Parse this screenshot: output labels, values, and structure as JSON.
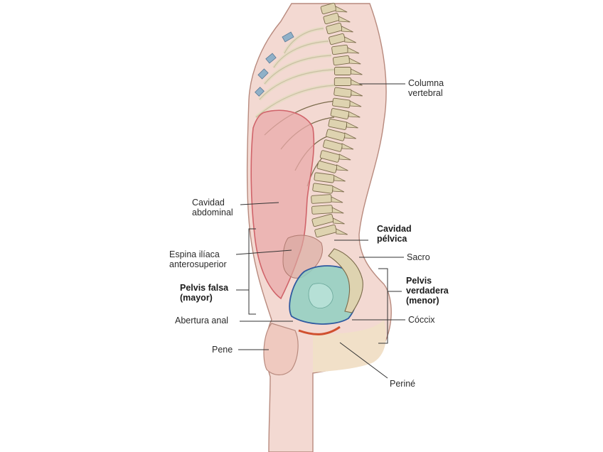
{
  "labels": {
    "columna_vertebral": [
      "Columna",
      "vertebral"
    ],
    "cavidad_abdominal": [
      "Cavidad",
      "abdominal"
    ],
    "cavidad_pelvica": [
      "Cavidad",
      "pélvica"
    ],
    "espina_iliaca": [
      "Espina ilíaca",
      "anterosuperior"
    ],
    "sacro": "Sacro",
    "pelvis_falsa": [
      "Pelvis falsa",
      "(mayor)"
    ],
    "pelvis_verdadera": [
      "Pelvis",
      "verdadera",
      "(menor)"
    ],
    "abertura_anal": "Abertura anal",
    "coccix": "Cóccix",
    "pene": "Pene",
    "perine": "Periné"
  },
  "colors": {
    "skin": "#f3d9d2",
    "skin_outline": "#b88a7e",
    "abdominal_cavity": "#e9a9aa",
    "abdominal_outline": "#d0646a",
    "pelvic_cavity": "#8fcfc2",
    "pelvic_outline": "#2f5aa0",
    "bone": "#ded3b0",
    "bone_outline": "#7a6a4a",
    "cartilage": "#8fb0c8",
    "leader": "#333333",
    "perineum": "#d0502f"
  }
}
